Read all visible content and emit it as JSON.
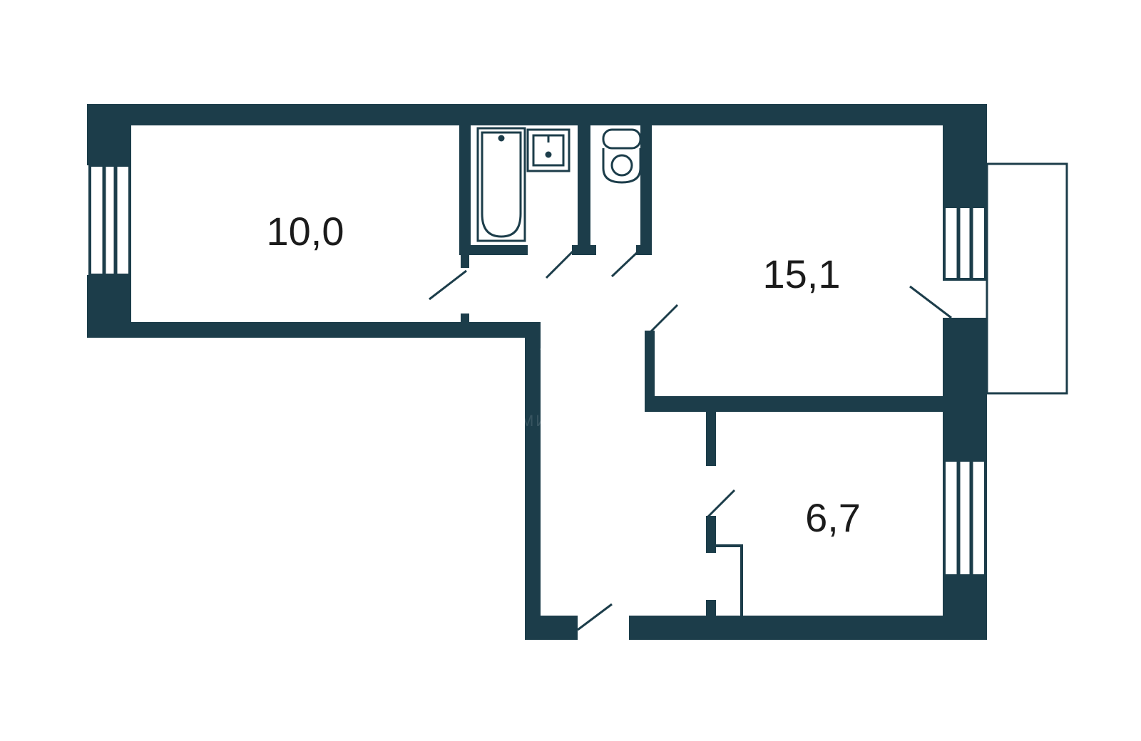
{
  "rooms": [
    {
      "id": "room-left",
      "area": "10,0"
    },
    {
      "id": "room-right",
      "area": "15,1"
    },
    {
      "id": "room-small",
      "area": "6,7"
    }
  ],
  "watermark": {
    "text": "ВЛАДИМИРСКИЙ ТРАКТ"
  },
  "colors": {
    "wall": "#1c3d4a",
    "line": "#1c3d4a",
    "background": "#ffffff",
    "label": "#1b1b1b"
  }
}
